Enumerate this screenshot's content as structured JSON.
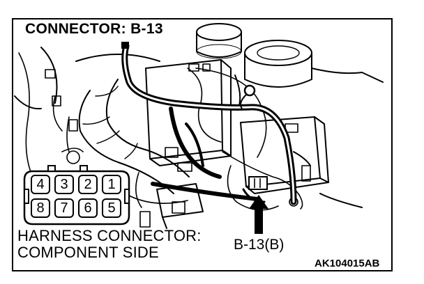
{
  "title": "CONNECTOR: B-13",
  "connector": {
    "top_row": [
      "4",
      "3",
      "2",
      "1"
    ],
    "bottom_row": [
      "8",
      "7",
      "6",
      "5"
    ]
  },
  "harness_label": {
    "line1": "HARNESS CONNECTOR:",
    "line2": "COMPONENT SIDE"
  },
  "callout_label": "B-13(B)",
  "figure_code": "AK104015AB"
}
